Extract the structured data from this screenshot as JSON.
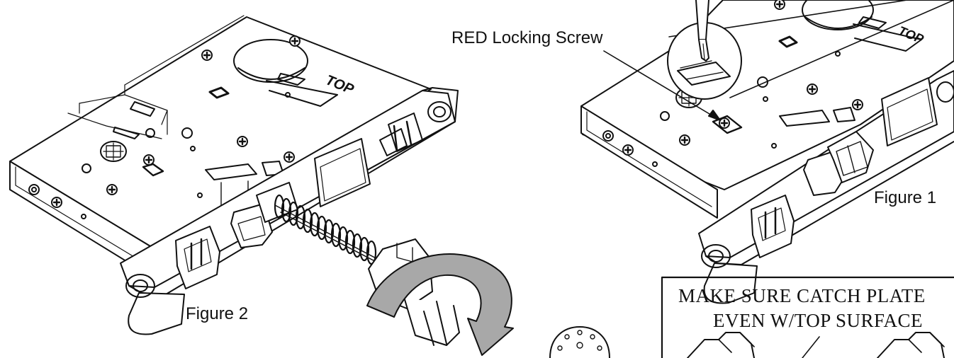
{
  "labels": {
    "locking_screw": "RED Locking Screw",
    "figure1": "Figure 1",
    "figure2": "Figure 2"
  },
  "note": {
    "line1": "MAKE SURE CATCH PLATE",
    "line2": "EVEN W/TOP SURFACE"
  },
  "engraved_text": "TOP",
  "colors": {
    "line": "#111111",
    "arrow_fill": "#a8a8a8",
    "background": "#ffffff"
  }
}
